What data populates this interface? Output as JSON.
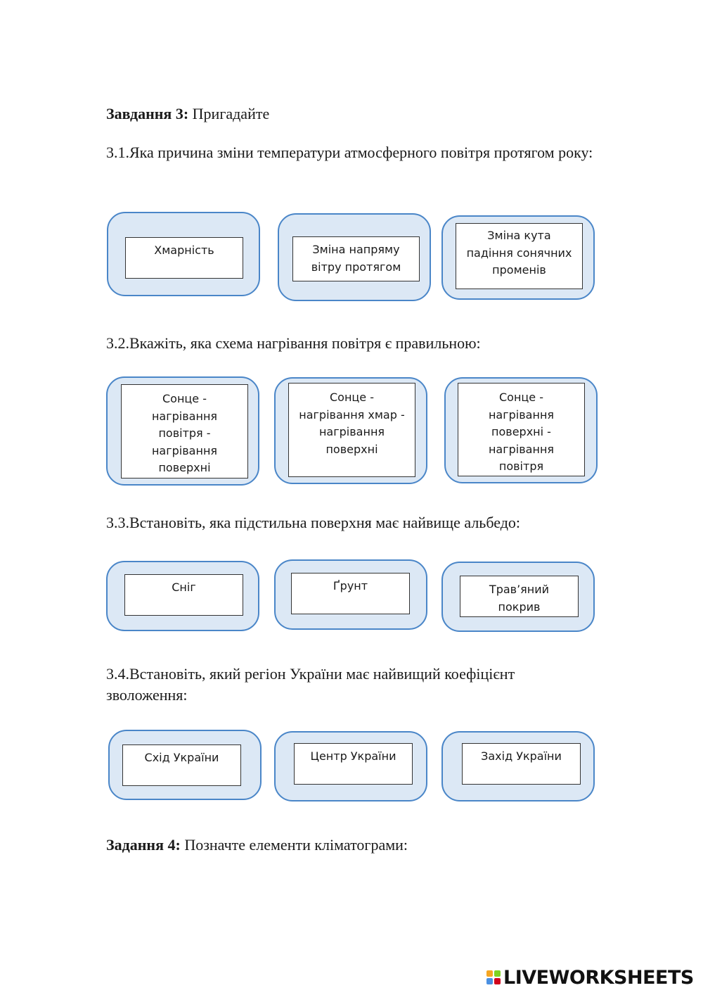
{
  "task3": {
    "label": "Завдання 3:",
    "text": " Пригадайте",
    "q1": {
      "text": "3.1.Яка причина зміни температури атмосферного повітря протягом року:",
      "options": [
        {
          "lines": [
            "Хмарність"
          ]
        },
        {
          "lines": [
            "Зміна напряму",
            "вітру протягом"
          ]
        },
        {
          "lines": [
            "Зміна кута",
            "падіння сонячних",
            "променів"
          ]
        }
      ]
    },
    "q2": {
      "text": "3.2.Вкажіть, яка схема нагрівання повітря є правильною:",
      "options": [
        {
          "lines": [
            "Сонце -",
            "нагрівання",
            "повітря -",
            "нагрівання",
            "поверхні"
          ]
        },
        {
          "lines": [
            "Сонце -",
            "нагрівання хмар -",
            "нагрівання",
            "поверхні"
          ]
        },
        {
          "lines": [
            "Сонце -",
            "нагрівання",
            "поверхні -",
            "нагрівання",
            "повітря"
          ]
        }
      ]
    },
    "q3": {
      "text": "3.3.Встановіть, яка підстильна поверхня має найвище альбедо:",
      "options": [
        {
          "lines": [
            "Сніг"
          ]
        },
        {
          "lines": [
            "Ґрунт"
          ]
        },
        {
          "lines": [
            "Трав’яний",
            "покрив"
          ]
        }
      ]
    },
    "q4": {
      "text": " 3.4.Встановіть, який регіон України має найвищий коефіцієнт зволоження:",
      "options": [
        {
          "lines": [
            "Схід України"
          ]
        },
        {
          "lines": [
            "Центр України"
          ]
        },
        {
          "lines": [
            "Захід України"
          ]
        }
      ]
    }
  },
  "task4": {
    "label": "Задання 4:",
    "text": " Позначте елементи кліматограми:"
  },
  "footer": {
    "logo_text": "LIVEWORKSHEETS",
    "logo_colors": [
      "#f5a623",
      "#7ed321",
      "#4a90e2",
      "#d0021b"
    ]
  },
  "colors": {
    "card_fill": "#dce8f5",
    "card_border": "#4a86c8"
  }
}
